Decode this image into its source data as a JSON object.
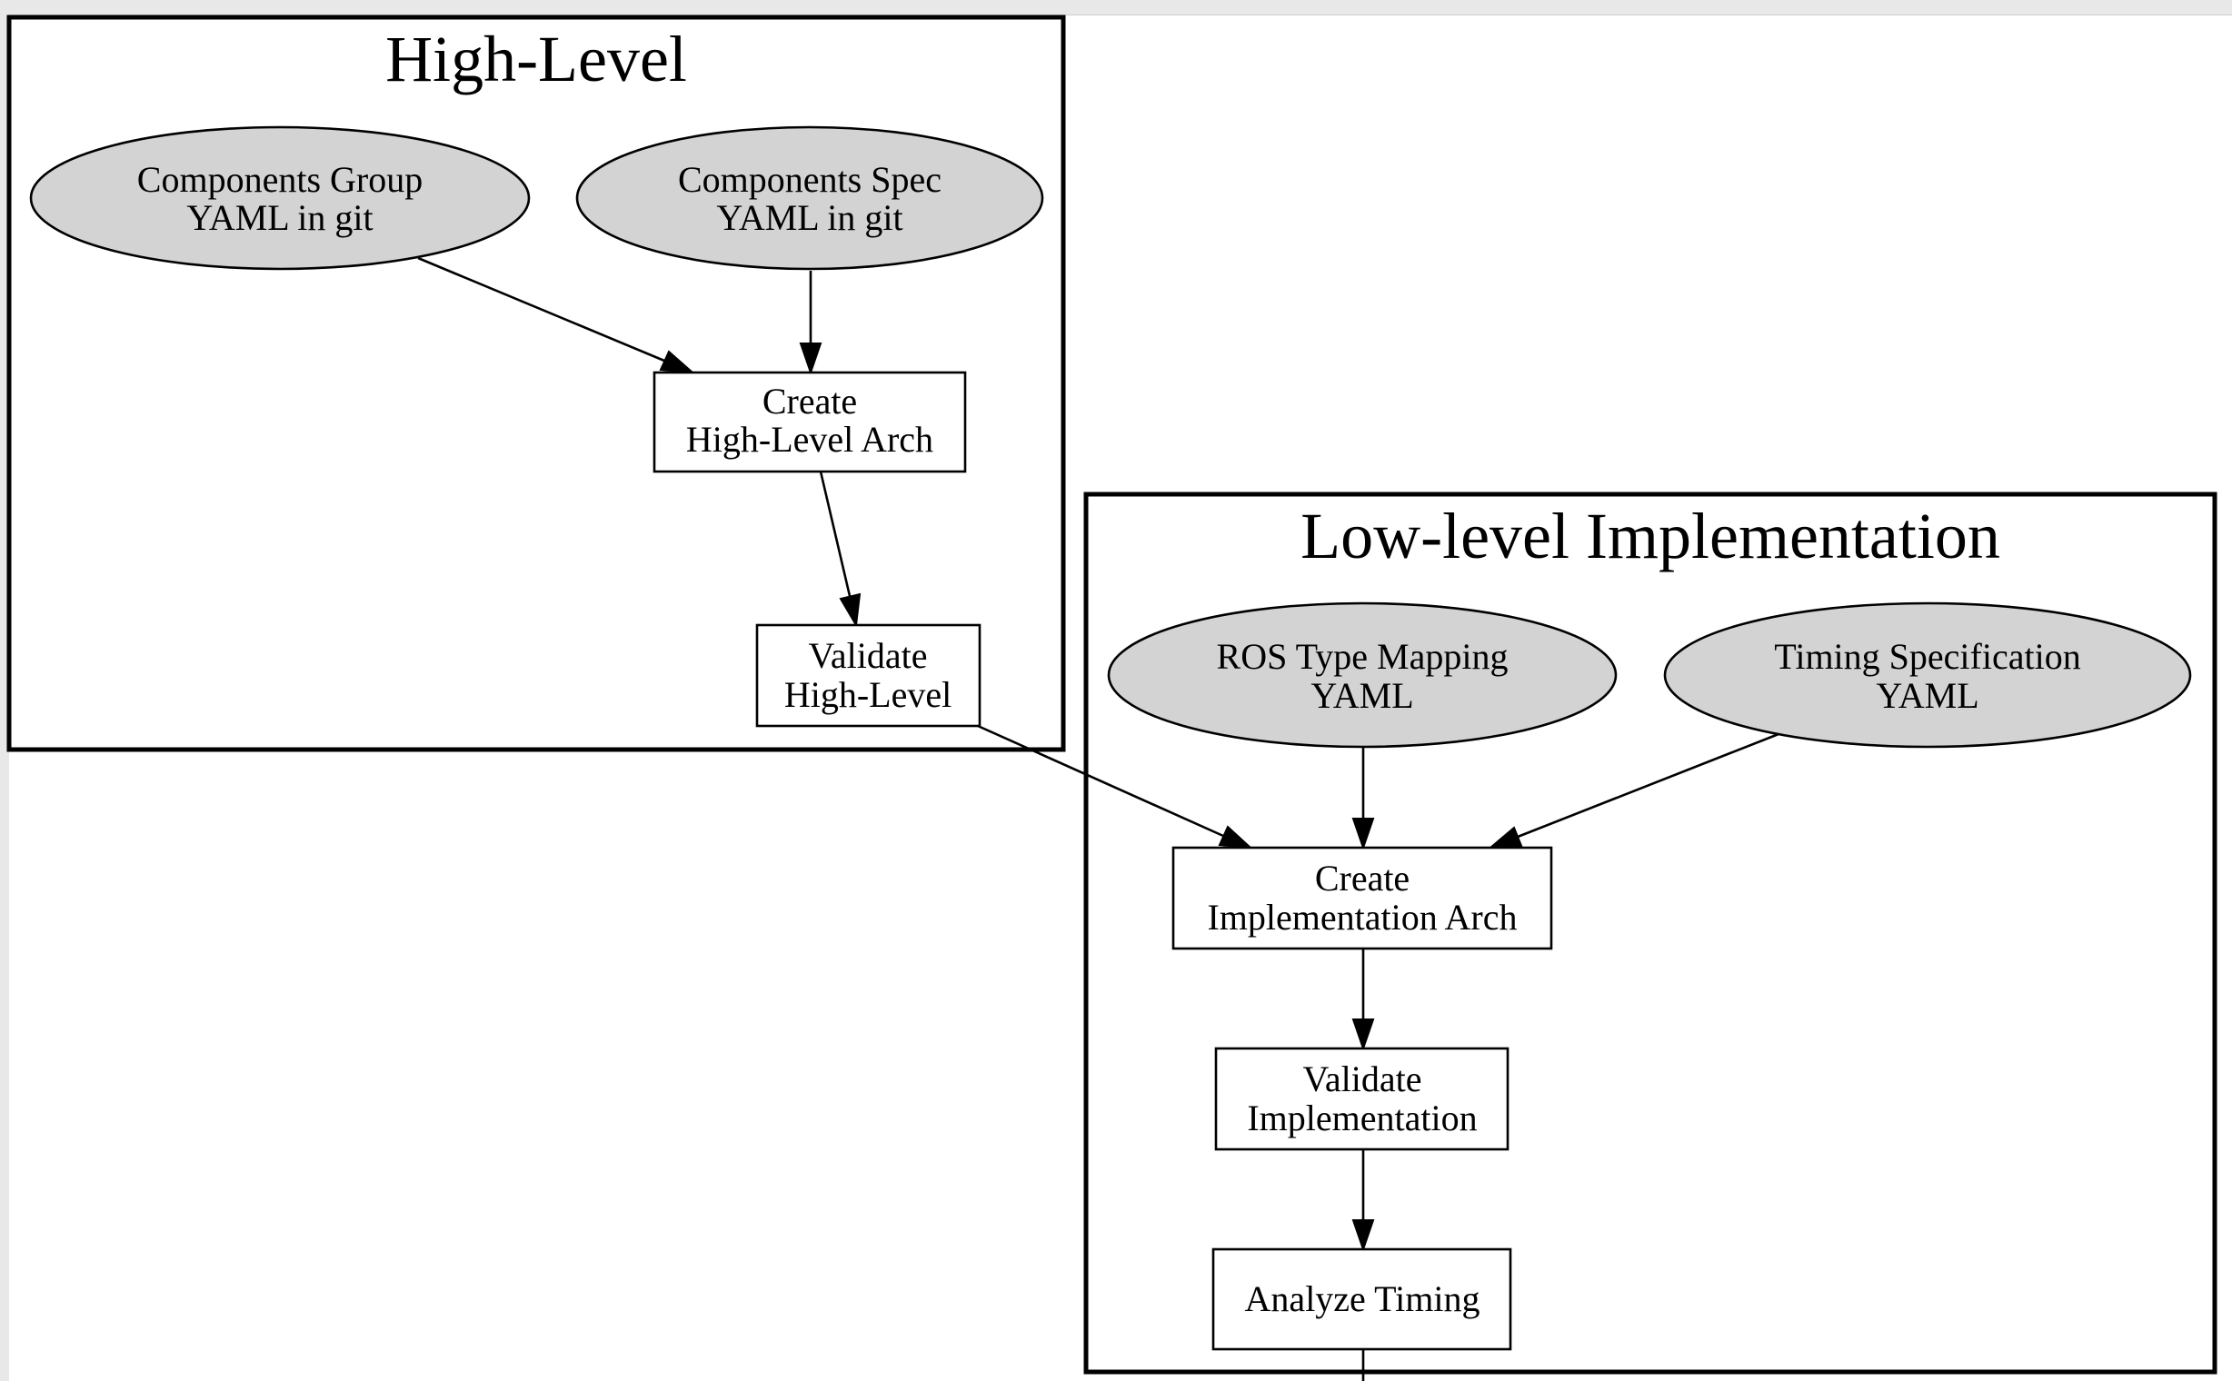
{
  "diagram": {
    "clusters": {
      "high_level": {
        "label": "High-Level"
      },
      "low_level": {
        "label": "Low-level Implementation"
      }
    },
    "nodes": {
      "components_group": {
        "shape": "ellipse",
        "lines": [
          "Components Group",
          "YAML in git"
        ]
      },
      "components_spec": {
        "shape": "ellipse",
        "lines": [
          "Components Spec",
          "YAML in git"
        ]
      },
      "create_high_level": {
        "shape": "box",
        "lines": [
          "Create",
          "High-Level Arch"
        ]
      },
      "validate_high_level": {
        "shape": "box",
        "lines": [
          "Validate",
          "High-Level"
        ]
      },
      "ros_type_mapping": {
        "shape": "ellipse",
        "lines": [
          "ROS Type Mapping",
          "YAML"
        ]
      },
      "timing_spec": {
        "shape": "ellipse",
        "lines": [
          "Timing Specification",
          "YAML"
        ]
      },
      "create_impl": {
        "shape": "box",
        "lines": [
          "Create",
          "Implementation Arch"
        ]
      },
      "validate_impl": {
        "shape": "box",
        "lines": [
          "Validate",
          "Implementation"
        ]
      },
      "analyze_timing": {
        "shape": "box",
        "lines": [
          "Analyze Timing"
        ]
      }
    },
    "edges": [
      {
        "from": "components_group",
        "to": "create_high_level"
      },
      {
        "from": "components_spec",
        "to": "create_high_level"
      },
      {
        "from": "create_high_level",
        "to": "validate_high_level"
      },
      {
        "from": "validate_high_level",
        "to": "create_impl"
      },
      {
        "from": "ros_type_mapping",
        "to": "create_impl"
      },
      {
        "from": "timing_spec",
        "to": "create_impl"
      },
      {
        "from": "create_impl",
        "to": "validate_impl"
      },
      {
        "from": "validate_impl",
        "to": "analyze_timing"
      },
      {
        "from": "analyze_timing",
        "to": ""
      }
    ],
    "colors": {
      "ellipse_fill": "#d3d3d3",
      "box_fill": "#ffffff",
      "stroke": "#000000"
    }
  }
}
